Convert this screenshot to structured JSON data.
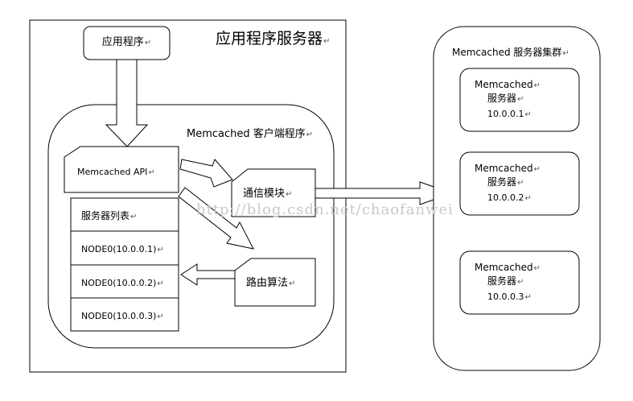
{
  "app_server": {
    "title": "应用程序服务器"
  },
  "application": {
    "label": "应用程序"
  },
  "client": {
    "title": "Memcached 客户端程序",
    "api": "Memcached API",
    "comm_module": "通信模块",
    "routing": "路由算法",
    "server_list": {
      "header": "服务器列表",
      "rows": [
        "NODE0(10.0.0.1)",
        "NODE0(10.0.0.2)",
        "NODE0(10.0.0.3)"
      ]
    }
  },
  "cluster": {
    "title": "Memcached 服务器集群",
    "nodes": [
      {
        "line1": "Memcached",
        "line2": "服务器",
        "ip": "10.0.0.1"
      },
      {
        "line1": "Memcached",
        "line2": "服务器",
        "ip": "10.0.0.2"
      },
      {
        "line1": "Memcached",
        "line2": "服务器",
        "ip": "10.0.0.3"
      }
    ]
  },
  "watermark": "http://blog.csdn.net/chaofanwei",
  "paragraph_mark": "↵"
}
